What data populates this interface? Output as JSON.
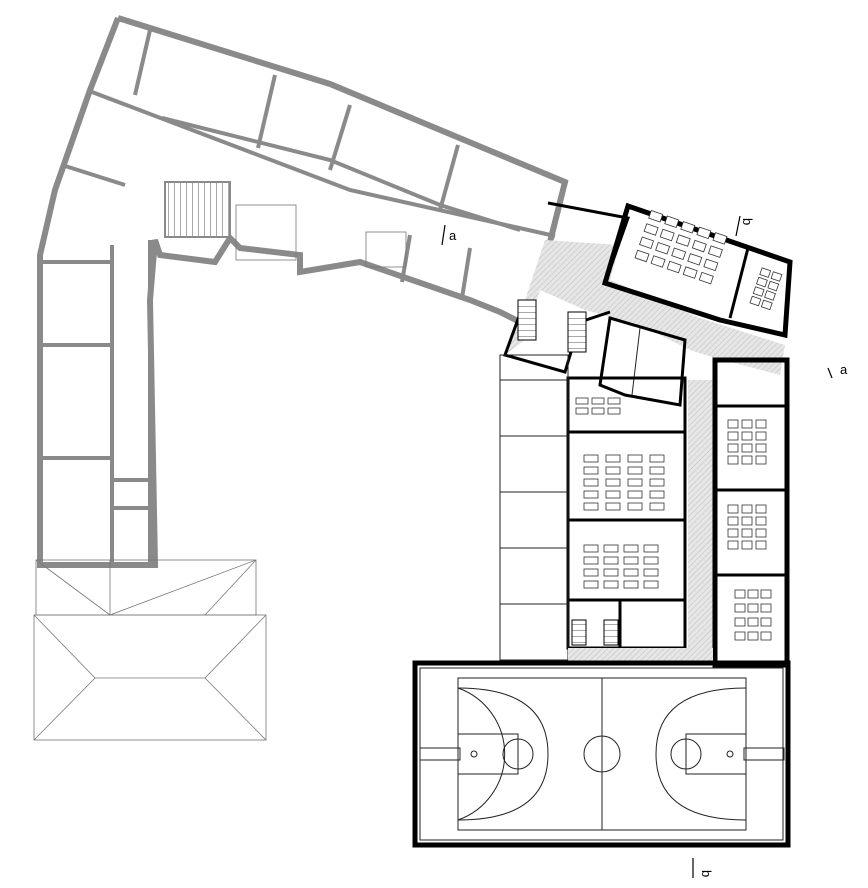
{
  "section_markers": [
    {
      "id": "a-top",
      "label": "a"
    },
    {
      "id": "b-top",
      "label": "b"
    },
    {
      "id": "a-right",
      "label": "a"
    },
    {
      "id": "b-bottom",
      "label": "b"
    }
  ],
  "colors": {
    "existing_wall": "#8a8a8a",
    "new_wall": "#000000",
    "corridor_hatch": "#d9d9d9"
  }
}
